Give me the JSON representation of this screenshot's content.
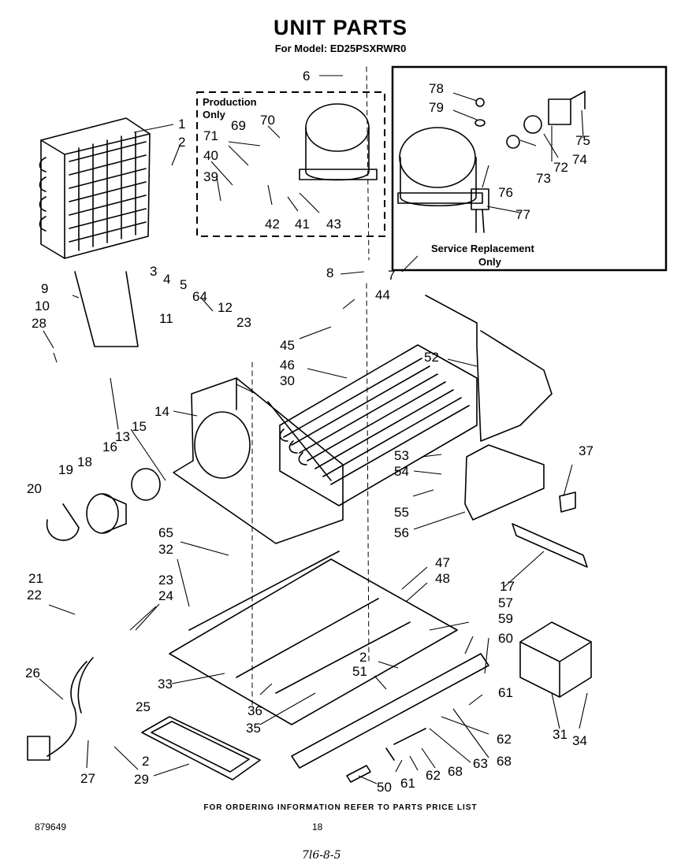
{
  "header": {
    "title": "UNIT PARTS",
    "model": "For Model: ED25PSXRWR0"
  },
  "boxes": {
    "production": [
      "Production",
      "Only"
    ],
    "service": [
      "Service Replacement",
      "Only"
    ]
  },
  "callouts": [
    "1",
    "2",
    "3",
    "4",
    "5",
    "6",
    "7",
    "8",
    "9",
    "10",
    "11",
    "12",
    "13",
    "14",
    "15",
    "16",
    "17",
    "18",
    "19",
    "20",
    "21",
    "22",
    "23",
    "23",
    "24",
    "25",
    "26",
    "27",
    "28",
    "29",
    "30",
    "31",
    "32",
    "33",
    "34",
    "35",
    "36",
    "37",
    "39",
    "40",
    "41",
    "42",
    "43",
    "44",
    "45",
    "46",
    "47",
    "48",
    "50",
    "51",
    "52",
    "53",
    "54",
    "55",
    "56",
    "57",
    "59",
    "60",
    "61",
    "61",
    "62",
    "62",
    "63",
    "64",
    "65",
    "68",
    "68",
    "69",
    "70",
    "71",
    "72",
    "73",
    "74",
    "75",
    "76",
    "77",
    "78",
    "79",
    "2",
    "2"
  ],
  "footer": {
    "note": "FOR ORDERING INFORMATION REFER TO PARTS PRICE LIST",
    "doc_number": "879649",
    "page_number": "18",
    "handwritten": "7l6-8-5"
  }
}
